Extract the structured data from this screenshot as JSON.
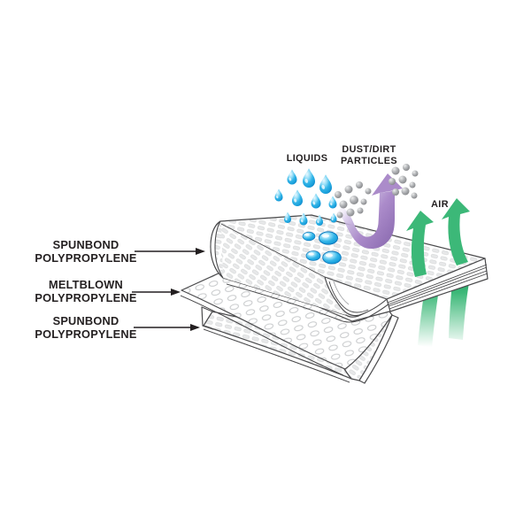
{
  "diagram": {
    "type": "layered-material-cutaway",
    "layer_labels": [
      {
        "line1": "SPUNBOND",
        "line2": "POLYPROPYLENE"
      },
      {
        "line1": "MELTBLOWN",
        "line2": "POLYPROPYLENE"
      },
      {
        "line1": "SPUNBOND",
        "line2": "POLYPROPYLENE"
      }
    ],
    "annotations": {
      "liquids": "LIQUIDS",
      "dust_line1": "DUST/DIRT",
      "dust_line2": "PARTICLES",
      "air": "AIR"
    },
    "colors": {
      "label_text": "#231f20",
      "outline": "#4a4a4c",
      "droplet_blue": "#29abe2",
      "droplet_blue_dark": "#0d77bc",
      "particle_gray": "#808285",
      "arrow_purple": "#ab8bca",
      "arrow_green": "#3cb878",
      "texture_light_gray": "#d9dadb"
    }
  }
}
